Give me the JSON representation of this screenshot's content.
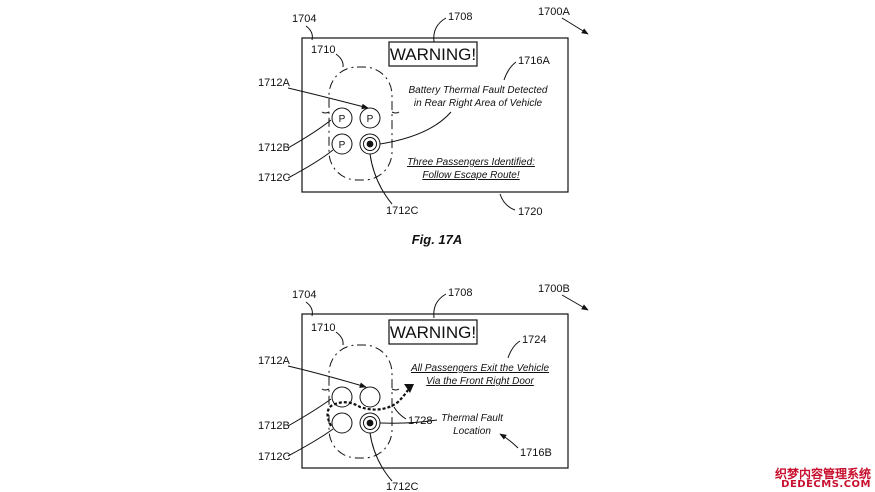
{
  "fig_a": {
    "ref_panel": "1700A",
    "ref_screen": "1704",
    "ref_warning": "1708",
    "ref_vehicle": "1710",
    "ref_seat_a": "1712A",
    "ref_seat_b": "1712B",
    "ref_seat_c_left": "1712C",
    "ref_seat_c_bottom": "1712C",
    "ref_fault_msg": "1716A",
    "ref_route_msg": "1720",
    "warning": "WARNING!",
    "fault_line1": "Battery Thermal Fault Detected",
    "fault_line2": "in Rear Right Area of Vehicle",
    "route_line1": "Three Passengers Identified:",
    "route_line2": "Follow Escape Route!",
    "seat_label": "P",
    "caption": "Fig. 17A"
  },
  "fig_b": {
    "ref_panel": "1700B",
    "ref_screen": "1704",
    "ref_warning": "1708",
    "ref_vehicle": "1710",
    "ref_seat_a": "1712A",
    "ref_seat_b": "1712B",
    "ref_seat_c_left": "1712C",
    "ref_seat_c_bottom": "1712C",
    "ref_exit_msg": "1724",
    "ref_route": "1728",
    "ref_fault_loc": "1716B",
    "warning": "WARNING!",
    "exit_line1": "All Passengers Exit the Vehicle",
    "exit_line2": "Via the Front Right Door",
    "fault_line1": "Thermal Fault",
    "fault_line2": "Location"
  },
  "watermark": {
    "line1": "织梦内容管理系统",
    "line2": "DEDECMS.COM"
  }
}
